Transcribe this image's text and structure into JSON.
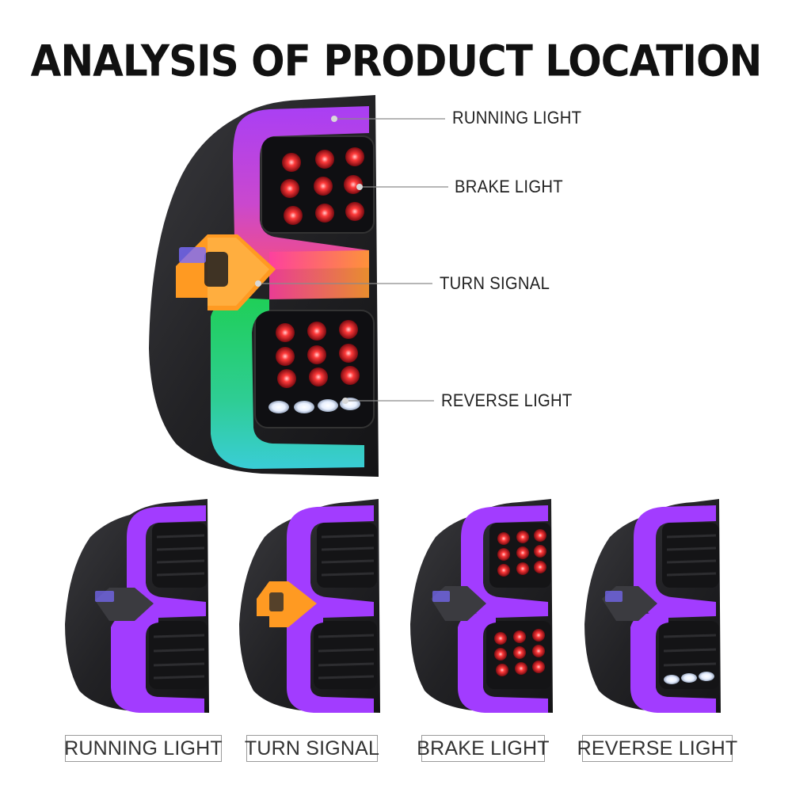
{
  "title": "ANALYSIS OF PRODUCT LOCATION",
  "callouts": {
    "running": "RUNNING LIGHT",
    "brake": "BRAKE LIGHT",
    "turn": "TURN SIGNAL",
    "reverse": "REVERSE LIGHT"
  },
  "captions": [
    "RUNNING LIGHT",
    "TURN SIGNAL",
    "BRAKE LIGHT",
    "REVERSE LIGHT"
  ],
  "colors": {
    "housing": "#2a2a2d",
    "running_purple": "#a23cff",
    "brake_red": "#e0202a",
    "turn_amber": "#ff9a22",
    "reverse_white": "#f2f6ff",
    "green": "#35e07a",
    "cyan": "#3bd6e0"
  }
}
